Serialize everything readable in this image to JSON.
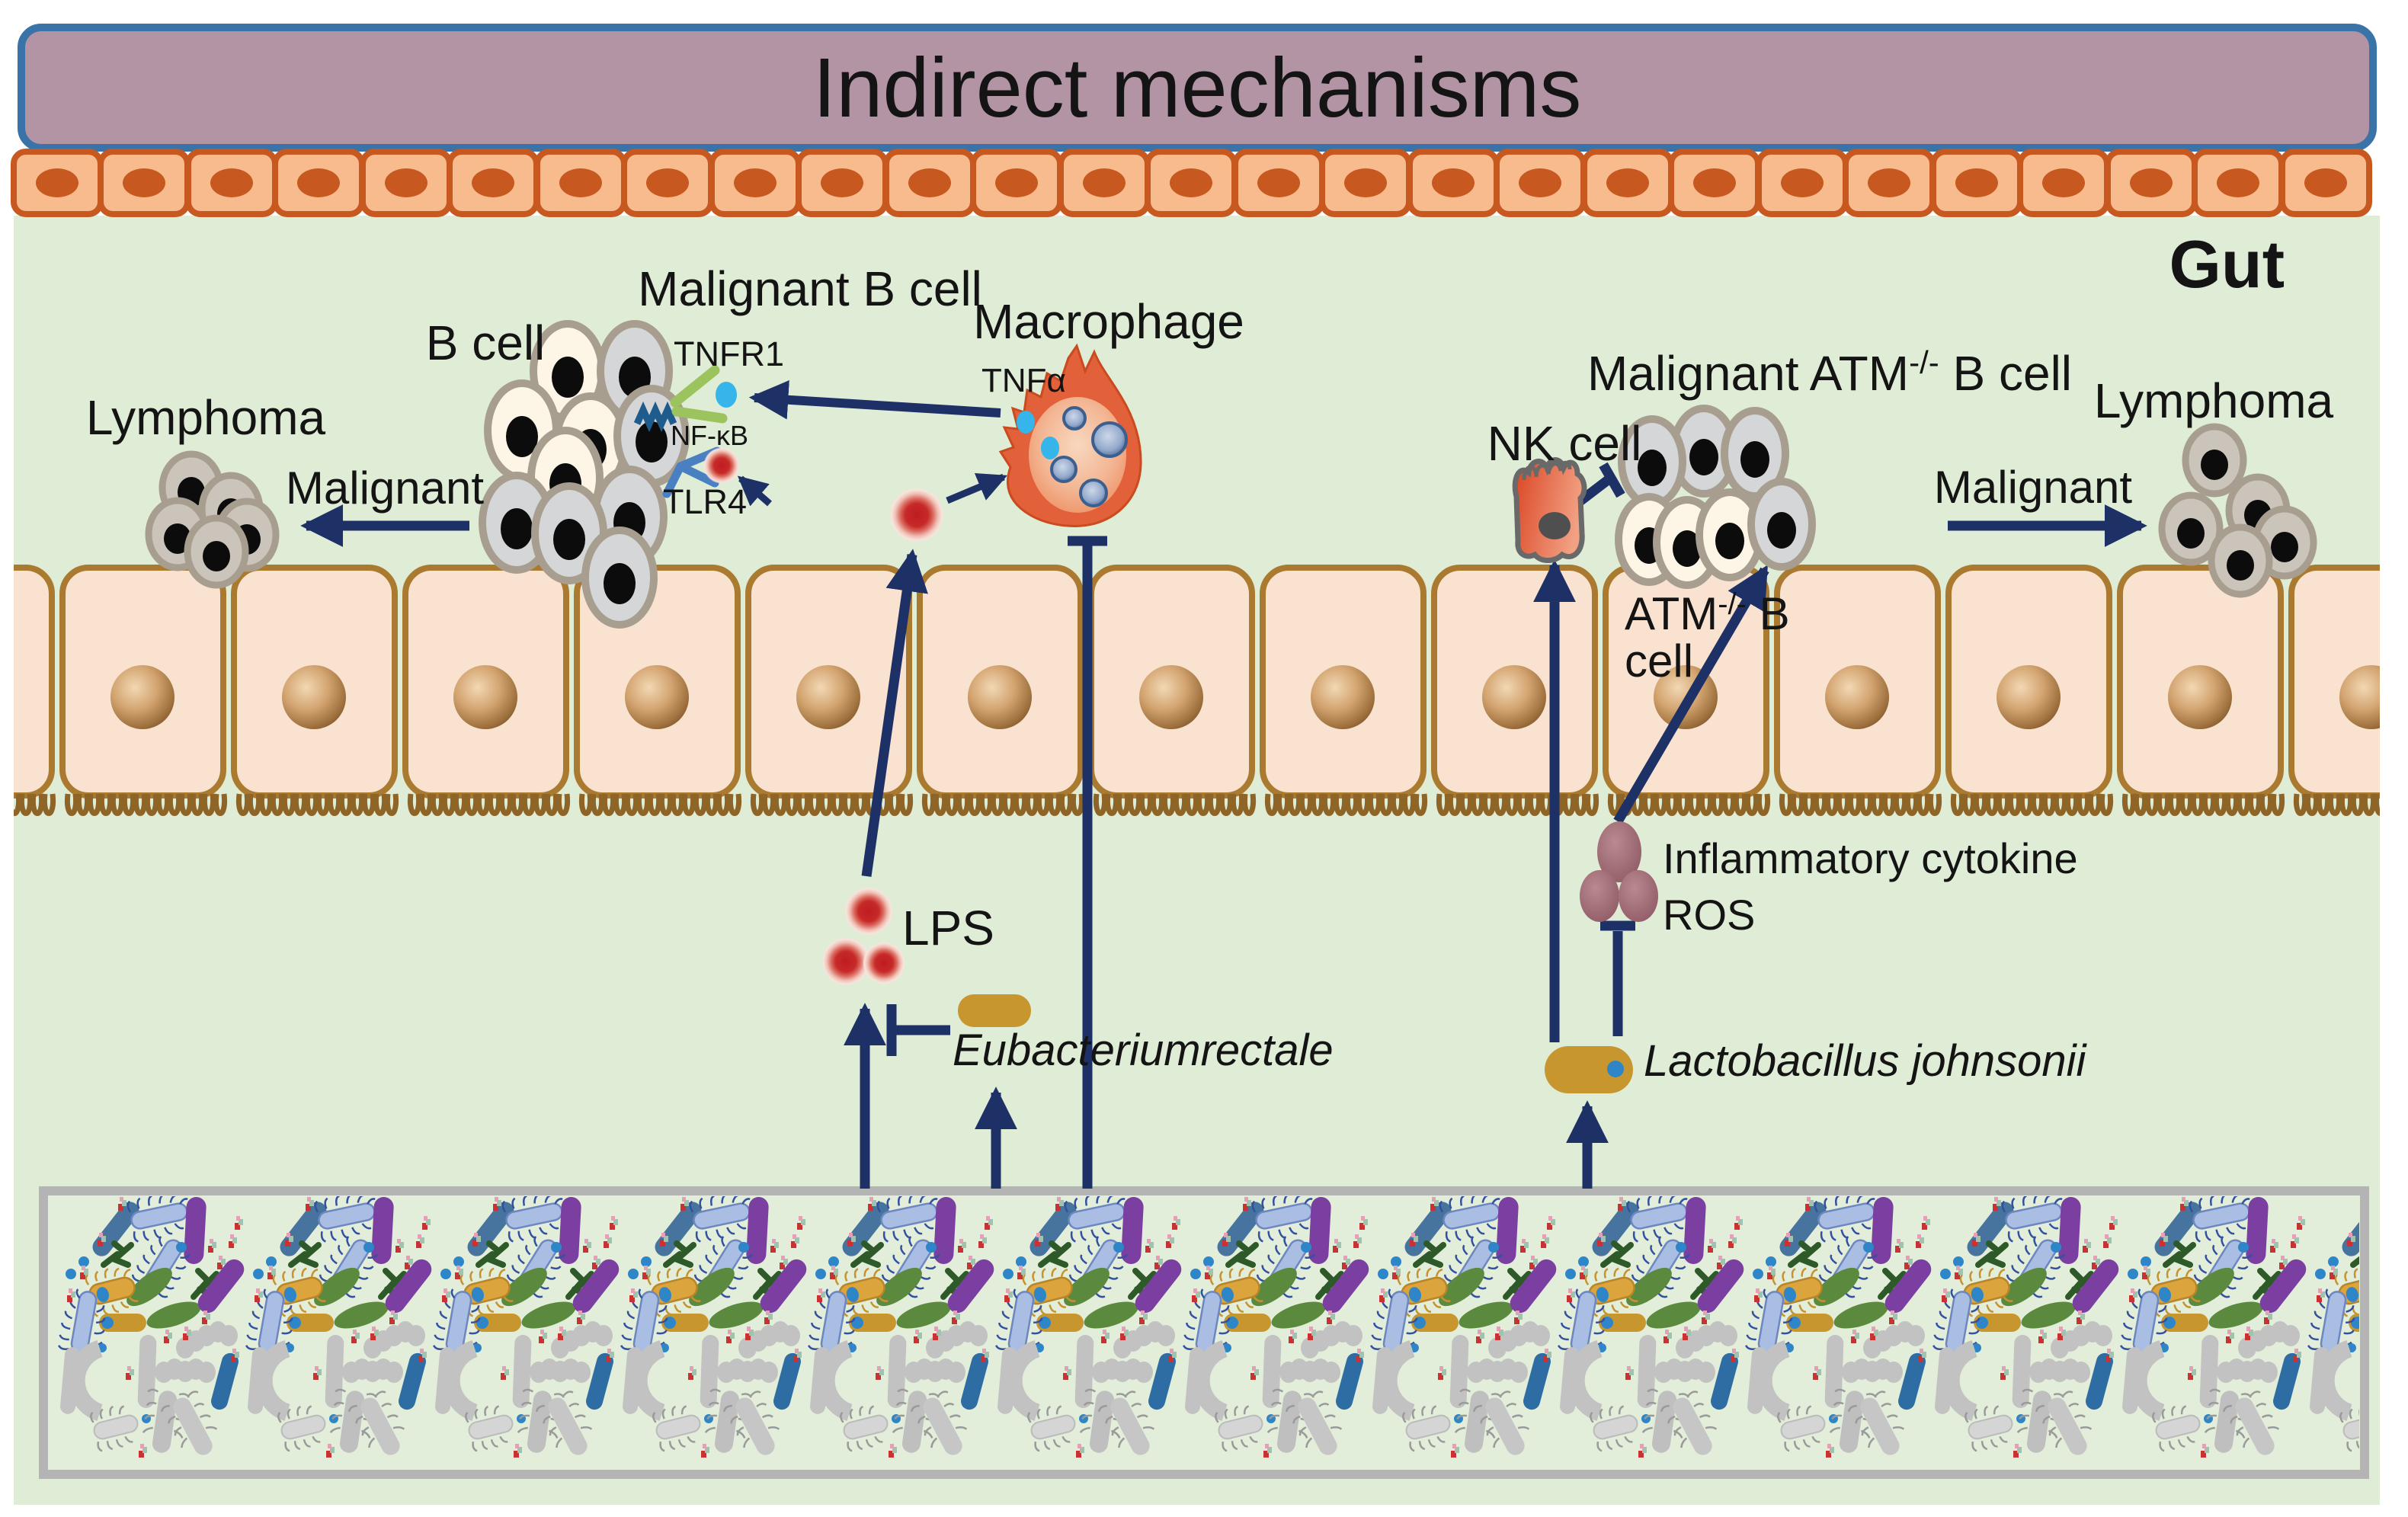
{
  "title": "Indirect mechanisms",
  "gut_label": "Gut",
  "left": {
    "lymphoma": "Lymphoma",
    "malignant": "Malignant",
    "b_cell": "B cell",
    "malignant_b_cell": "Malignant B cell",
    "tnfr1": "TNFR1",
    "nfkb": "NF-κB",
    "tlr4": "TLR4",
    "macrophage": "Macrophage",
    "tnfa": "TNFα",
    "lps": "LPS",
    "eubacterium": "Eubacteriumrectale"
  },
  "right": {
    "nk_cell": "NK cell",
    "malignant_atm_prefix": "Malignant ATM",
    "atm_sup": "-/-",
    "malignant_atm_suffix": " B cell",
    "atm_b_prefix": "ATM",
    "atm_b_suffix": " B",
    "atm_b_line2": "cell",
    "lymphoma": "Lymphoma",
    "malignant": "Malignant",
    "inflammatory_cytokine": "Inflammatory cytokine",
    "ros": "ROS",
    "lactobacillus": "Lactobacillus johnsonii"
  },
  "colors": {
    "navy": "#1e3167",
    "green_bg": "#dfecd6",
    "banner_fill": "#b294a4",
    "banner_border": "#3a73a8",
    "orange_cell": "#f7bb8e",
    "orange_border": "#c7581f",
    "epithelium_fill": "#f9e2cf",
    "epithelium_border": "#a5792f",
    "cream_cell": "#fdf5e6",
    "gray_cell": "#d4d6d8",
    "cell_border": "#a89e90",
    "lymphoma_cell": "#cbc4bb",
    "gold": "#c8962e",
    "purple": "#7b3fa2",
    "lps_red": "#c41d22",
    "cyan": "#35b5ea",
    "tnfr1_green": "#9cc45e",
    "tlr4_blue": "#4a80c2",
    "nfkb_blue": "#1d5c8c",
    "ros_mauve": "#a86e78",
    "box_border": "#b4b4b4"
  }
}
